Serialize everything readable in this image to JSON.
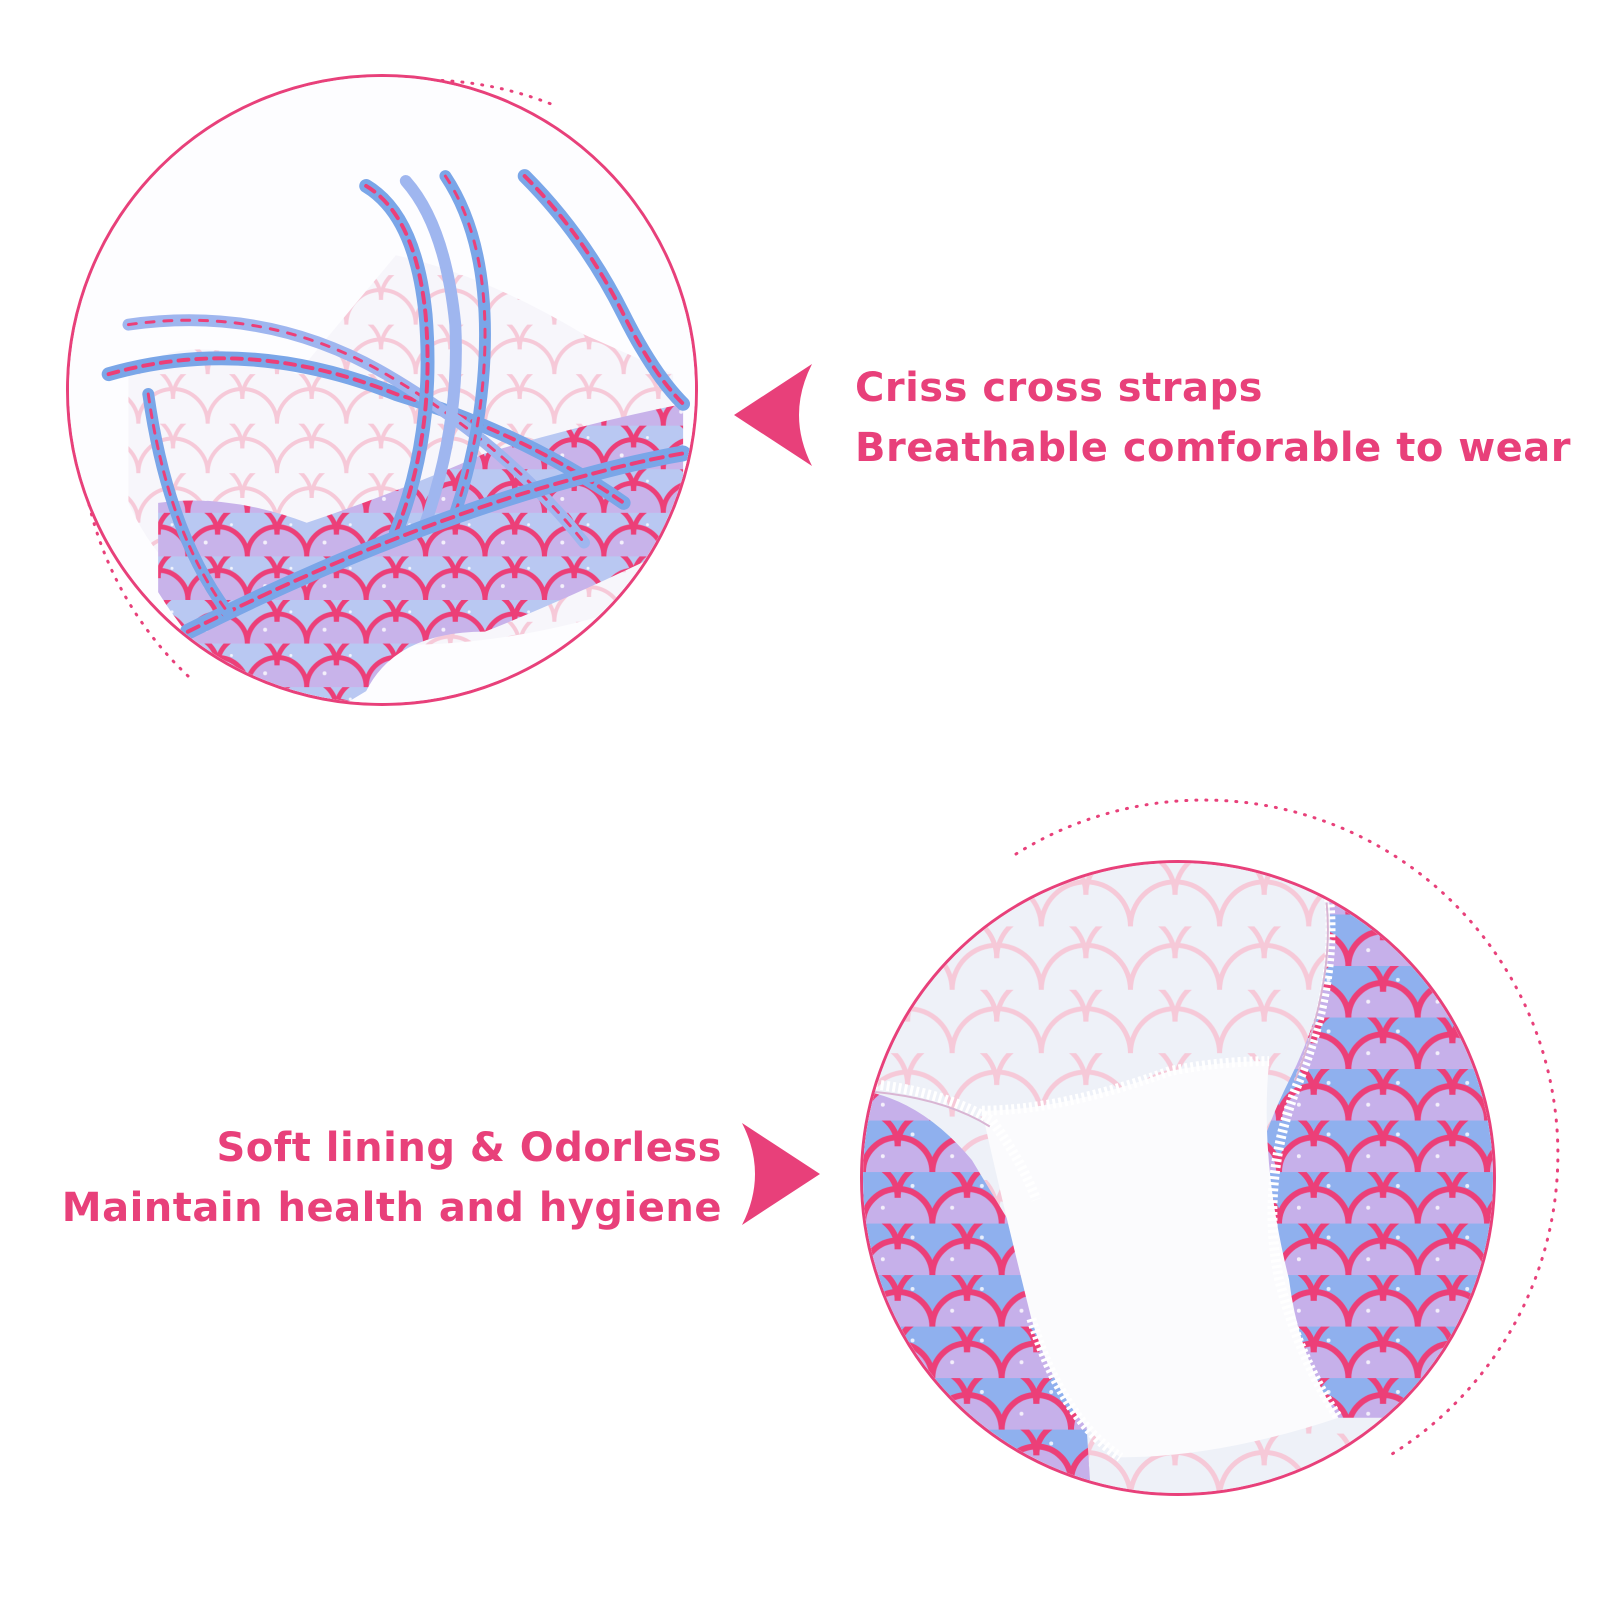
{
  "colors": {
    "accent": "#e8407a",
    "scale_pink": "#ec3f78",
    "scale_blue": "#7aa6e8",
    "scale_lilac": "#c9a8e6",
    "lining_white": "#f7f8fc",
    "lining_scale": "#f6c9d8"
  },
  "top_feature": {
    "image_subject": "criss-cross-strap-back",
    "caption_lines": [
      "Criss cross straps",
      "Breathable comforable to wear"
    ]
  },
  "bottom_feature": {
    "image_subject": "soft-lining-crotch",
    "caption_lines": [
      "Soft lining & Odorless",
      "Maintain health and hygiene"
    ]
  },
  "icons": {
    "top_arrow": "arrow-left-icon",
    "bottom_arrow": "arrow-right-icon"
  }
}
